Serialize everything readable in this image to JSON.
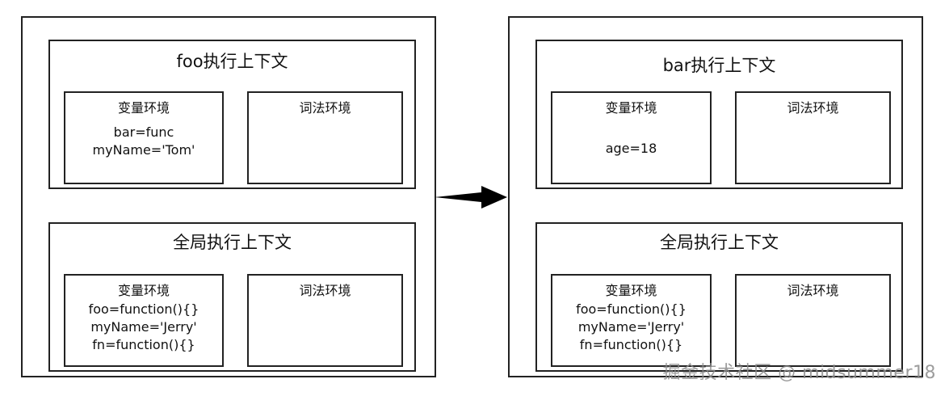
{
  "stacks": [
    {
      "top_context": {
        "title": "foo执行上下文",
        "variable_env": {
          "title": "变量环境",
          "lines": [
            "bar=func",
            "myName='Tom'"
          ]
        },
        "lexical_env": {
          "title": "词法环境"
        }
      },
      "global_context": {
        "title": "全局执行上下文",
        "variable_env": {
          "title": "变量环境",
          "lines": [
            "foo=function(){}",
            "myName='Jerry'",
            "fn=function(){}"
          ]
        },
        "lexical_env": {
          "title": "词法环境"
        }
      }
    },
    {
      "top_context": {
        "title": "bar执行上下文",
        "variable_env": {
          "title": "变量环境",
          "lines": [
            "age=18"
          ]
        },
        "lexical_env": {
          "title": "词法环境"
        }
      },
      "global_context": {
        "title": "全局执行上下文",
        "variable_env": {
          "title": "变量环境",
          "lines": [
            "foo=function(){}",
            "myName='Jerry'",
            "fn=function(){}"
          ]
        },
        "lexical_env": {
          "title": "词法环境"
        }
      }
    }
  ],
  "watermark": "掘金技术社区 @ midsummer18"
}
